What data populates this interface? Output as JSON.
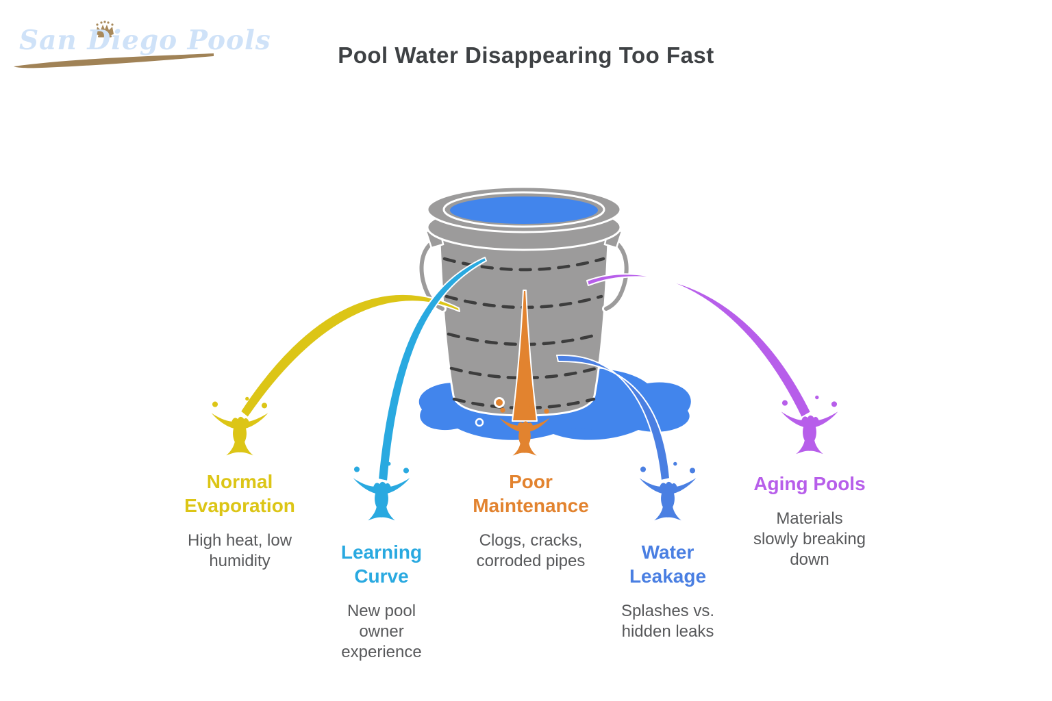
{
  "logo": {
    "name": "San Diego Pools",
    "crown_icon": "crown-icon",
    "swoosh_icon": "underline-swoosh-icon",
    "text_color": "#cfe2f8",
    "gold_color": "#a8895b"
  },
  "title": "Pool Water Disappearing Too Fast",
  "title_color": "#3e4144",
  "causes": [
    {
      "id": "normal-evaporation",
      "label": "Normal\nEvaporation",
      "description": "High heat, low\nhumidity",
      "color": "#dcc516"
    },
    {
      "id": "learning-curve",
      "label": "Learning\nCurve",
      "description": "New pool\nowner\nexperience",
      "color": "#29a9e0"
    },
    {
      "id": "poor-maintenance",
      "label": "Poor\nMaintenance",
      "description": "Clogs, cracks,\ncorroded pipes",
      "color": "#e2832f"
    },
    {
      "id": "water-leakage",
      "label": "Water\nLeakage",
      "description": "Splashes vs.\nhidden leaks",
      "color": "#4a7fe2"
    },
    {
      "id": "aging-pools",
      "label": "Aging Pools",
      "description": "Materials\nslowly breaking\ndown",
      "color": "#b75eea"
    }
  ],
  "illustration": {
    "bucket_icon": "bucket-of-water-icon",
    "puddle_icon": "water-puddle-icon",
    "splash_icon": "water-splash-icon",
    "description_colors": "#58595b",
    "bucket_color": "#9c9b9b",
    "water_color": "#4285ec",
    "hoop_dash_color": "#3d3d3d",
    "outline_color": "#ffffff"
  }
}
